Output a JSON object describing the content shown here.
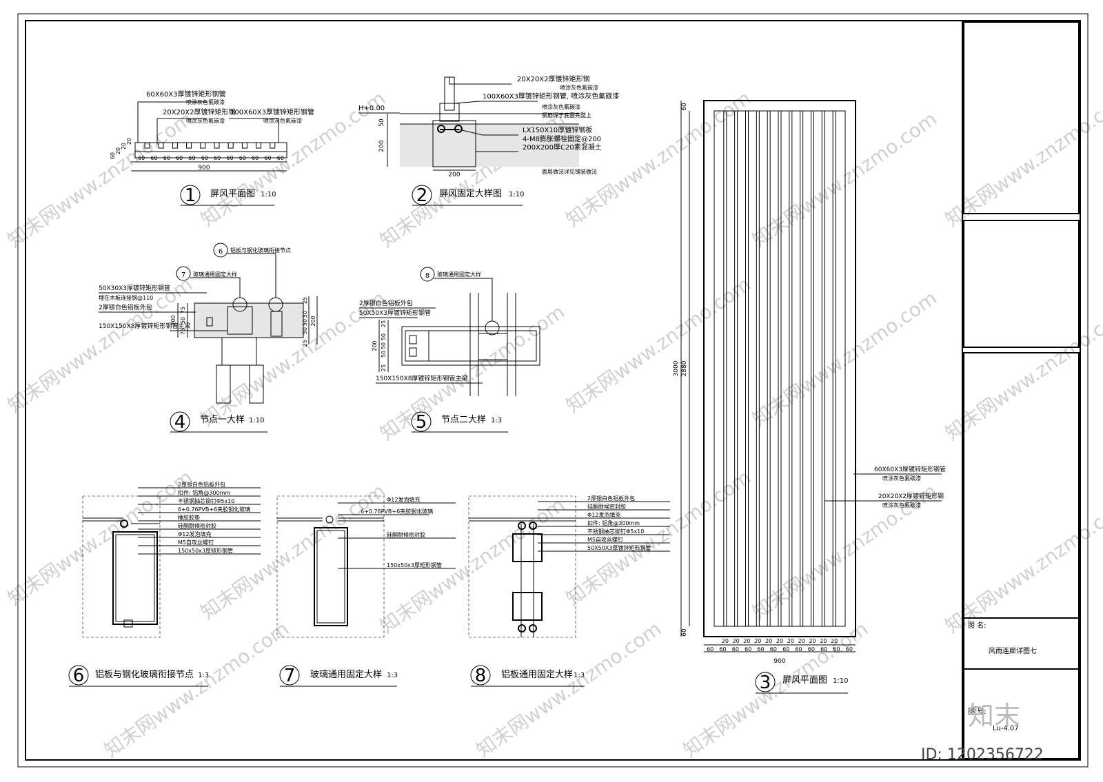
{
  "watermark": {
    "text": "知末网www.znzmo.com"
  },
  "logo": {
    "text": "知末",
    "id_label": "ID: 1202356722"
  },
  "title_block": {
    "drawing_name_label": "图 名:",
    "drawing_name": "风雨连廊详图七",
    "drawing_no_label": "图 号:",
    "drawing_no": "Lu-4.07"
  },
  "views": {
    "v1": {
      "number": "1",
      "title": "屏风平面图",
      "scale": "1:10",
      "notes": [
        "60X60X3厚镀锌矩形钢管",
        "喷涂灰色氟碳漆",
        "20X20X2厚镀锌矩形钢",
        "喷涂灰色氟碳漆",
        "100X60X3厚镀锌矩形钢管",
        "喷涂灰色氟碳漆"
      ],
      "dims": [
        "60",
        "60",
        "60",
        "60",
        "60",
        "60",
        "60",
        "60",
        "60",
        "60",
        "60",
        "60"
      ],
      "dims_v": [
        "60",
        "20",
        "20",
        "20"
      ],
      "total": "900"
    },
    "v2": {
      "number": "2",
      "title": "屏风固定大样图",
      "scale": "1:10",
      "level": "H+0.00",
      "notes": [
        "20X20X2厚镀锌矩形钢",
        "喷涂灰色氟碳漆",
        "100X60X3厚镀锌矩形钢管, 喷涂灰色氟碳漆",
        "喷涂灰色氟碳漆",
        "钢筋焊于底面完整上",
        "LX150X10厚镀锌钢板",
        "4-M8膨胀螺栓固定@200",
        "200X200厚C20素混凝土",
        "面层做法详见铺装做法"
      ],
      "dims_v": [
        "50",
        "200"
      ],
      "dim_h": "200"
    },
    "v4": {
      "number": "4",
      "title": "节点一大样",
      "scale": "1:10",
      "ref6": "6",
      "ref6_note": "铝板与钢化玻璃衔接节点",
      "ref7": "7",
      "ref7_note": "玻璃通用固定大样",
      "notes": [
        "50X30X3厚镀锌矩形钢管",
        "埋在木板连接钢@110",
        "2厚银白色铝板外包",
        "150X150X8厚镀锌矩形钢管主梁"
      ],
      "dims_left": [
        "75",
        "50",
        "75"
      ],
      "dim_left_total": "200",
      "dims_right": [
        "25",
        "50",
        "50",
        "50",
        "25"
      ],
      "dim_right_total": "200"
    },
    "v5": {
      "number": "5",
      "title": "节点二大样",
      "scale": "1:3",
      "ref8": "8",
      "ref8_note": "玻璃通用固定大样",
      "notes": [
        "2厚银白色铝板外包",
        "50X50X3厚镀锌矩形钢管",
        "150X150X8厚镀锌矩形钢管主梁"
      ],
      "dims_v": [
        "25",
        "50",
        "50",
        "50",
        "25"
      ],
      "dim_total": "200"
    },
    "v6": {
      "number": "6",
      "title": "铝板与钢化玻璃衔接节点",
      "scale": "1:3",
      "notes": [
        "2厚银白色铝板外包",
        "扣件: 铝角@300mm",
        "不锈钢抽芯铆钉Φ5x10",
        "6+0.76PVB+6夹胶钢化玻璃",
        "橡胶胶垫",
        "硅酮耐候密封胶",
        "Φ12发泡填充",
        "M5自攻丝螺钉",
        "150x50x3厚矩形钢管"
      ]
    },
    "v7": {
      "number": "7",
      "title": "玻璃通用固定大样",
      "scale": "1:3",
      "notes": [
        "Φ12发泡填充",
        "6+0.76PVB+6夹胶钢化玻璃",
        "硅酮耐候密封胶",
        "150x50x3厚矩形钢管"
      ]
    },
    "v8": {
      "number": "8",
      "title": "铝板通用固定大样",
      "scale": "1:3",
      "notes": [
        "2厚银白色铝板外包",
        "硅酮耐候密封胶",
        "Φ12发泡填充",
        "扣件: 铝角@300mm",
        "不锈钢抽芯铆钉Φ5x10",
        "M5自攻丝螺钉",
        "50X50X3厚镀锌矩形钢管"
      ]
    },
    "v3": {
      "number": "3",
      "title": "屏风平面图",
      "scale": "1:10",
      "notes": [
        "60X60X3厚镀锌矩形钢管",
        "喷涂灰色氟碳漆",
        "20X20X2厚镀锌矩形钢",
        "喷涂灰色氟碳漆"
      ],
      "dims_top": [
        "20",
        "20",
        "20",
        "20",
        "20",
        "20",
        "20",
        "20",
        "20",
        "20",
        "20"
      ],
      "dims_bottom": [
        "60",
        "60",
        "60",
        "60",
        "60",
        "60",
        "60",
        "60",
        "60",
        "60",
        "60",
        "60"
      ],
      "total_w": "900",
      "dims_v": [
        "60",
        "60"
      ],
      "total_h": "3000",
      "inner_h": "2880"
    }
  }
}
